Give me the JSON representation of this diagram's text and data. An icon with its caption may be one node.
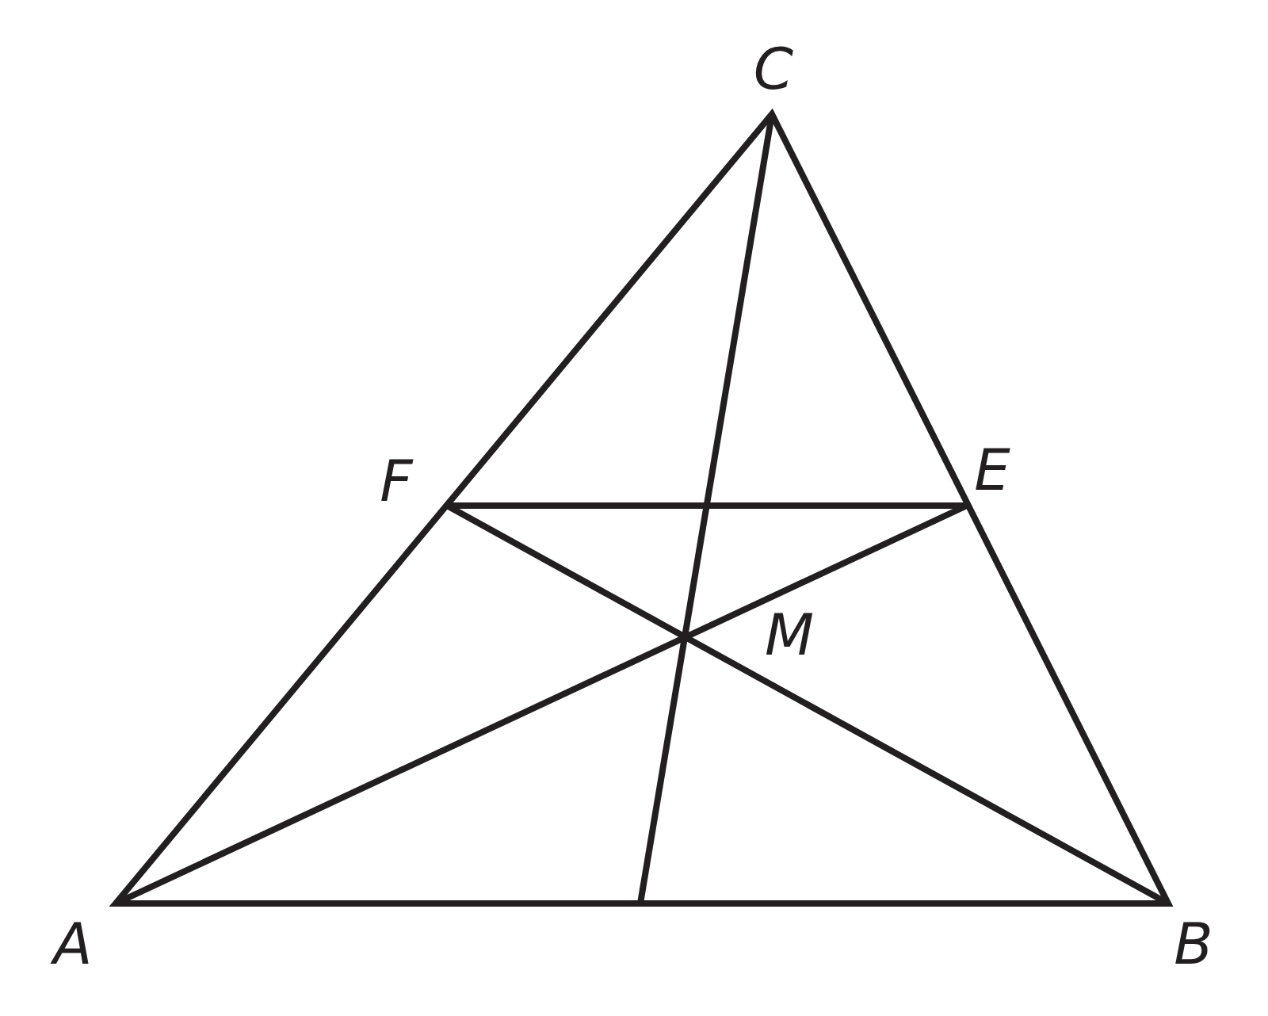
{
  "diagram": {
    "labels": [
      "C",
      "F",
      "E",
      "M",
      "A",
      "B"
    ]
  }
}
